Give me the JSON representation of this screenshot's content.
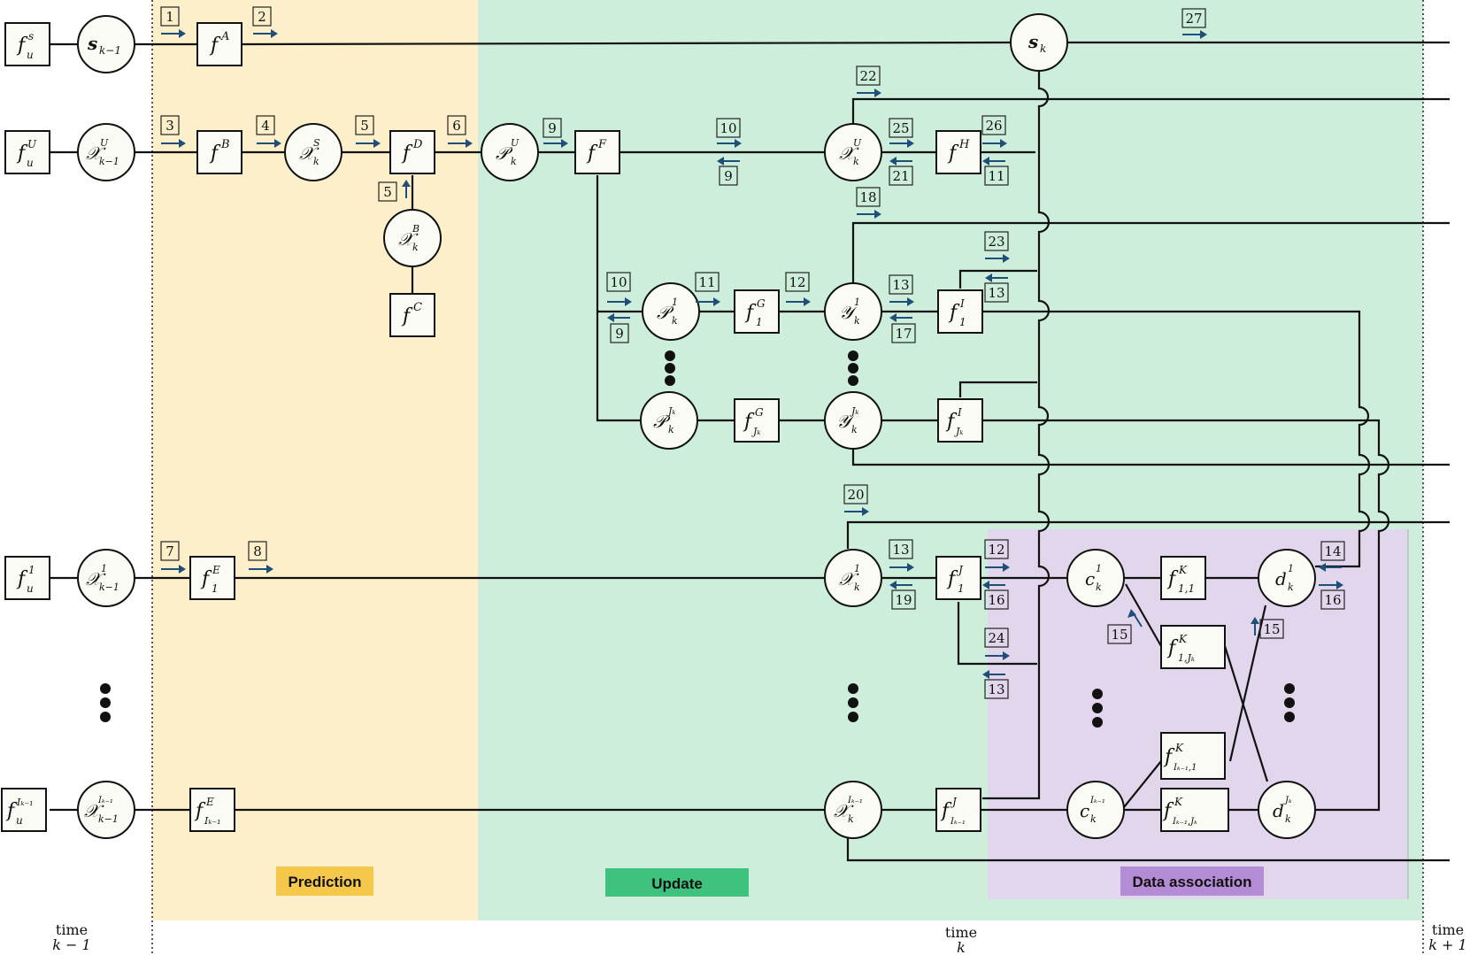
{
  "phases": {
    "prediction": "Prediction",
    "update": "Update",
    "data_association": "Data association"
  },
  "colors": {
    "prediction_bg": "#fdefca",
    "update_bg": "#cdeedb",
    "association_bg": "#e1d6ec",
    "prediction_tag": "#f5c84b",
    "update_tag": "#3ec27d",
    "association_tag": "#b48cd6",
    "arrow": "#1f4e79"
  },
  "time_labels": {
    "prev": {
      "word": "time",
      "sub": "k − 1"
    },
    "curr": {
      "word": "time",
      "sub": "k"
    },
    "next": {
      "word": "time",
      "sub": "k + 1"
    }
  },
  "factor_labels": {
    "fus": "f",
    "fus_sup": "s",
    "fus_sub": "u",
    "fuU": "f",
    "fuU_sup": "U",
    "fuU_sub": "u",
    "fu1": "f",
    "fu1_sup": "1",
    "fu1_sub": "u",
    "fuI": "f",
    "fuI_sup": "Iₖ₋₁",
    "fuI_sub": "u",
    "fA": "f",
    "fA_sup": "A",
    "fB": "f",
    "fB_sup": "B",
    "fC": "f",
    "fC_sup": "C",
    "fD": "f",
    "fD_sup": "D",
    "fE1": "f",
    "fE1_sup": "E",
    "fE1_sub": "1",
    "fEI": "f",
    "fEI_sup": "E",
    "fEI_sub": "Iₖ₋₁",
    "fF": "f",
    "fF_sup": "F",
    "fG1": "f",
    "fG1_sup": "G",
    "fG1_sub": "1",
    "fGJ": "f",
    "fGJ_sup": "G",
    "fGJ_sub": "Jₖ",
    "fH": "f",
    "fH_sup": "H",
    "fI1": "f",
    "fI1_sup": "I",
    "fI1_sub": "1",
    "fIJ": "f",
    "fIJ_sup": "I",
    "fIJ_sub": "Jₖ",
    "fJ1": "f",
    "fJ1_sup": "J",
    "fJ1_sub": "1",
    "fJI": "f",
    "fJI_sup": "J",
    "fJI_sub": "Iₖ₋₁",
    "fK11": "f",
    "fK11_sup": "K",
    "fK11_sub": "1,1",
    "fK1J": "f",
    "fK1J_sup": "K",
    "fK1J_sub": "1,Jₖ",
    "fKI1": "f",
    "fKI1_sup": "K",
    "fKI1_sub": "Iₖ₋₁,1",
    "fKIJ": "f",
    "fKIJ_sup": "K",
    "fKIJ_sub": "Iₖ₋₁,Jₖ"
  },
  "variable_labels": {
    "s_prev": "s",
    "s_prev_sub": "k−1",
    "XU_prev": "𝒳",
    "XU_prev_sup": "U",
    "XU_prev_sub": "k−1",
    "XS": "𝒳",
    "XS_sup": "S",
    "XS_sub": "k",
    "XB": "𝒳",
    "XB_sup": "B",
    "XB_sub": "k",
    "PU": "𝒫",
    "PU_sup": "U",
    "PU_sub": "k",
    "XU": "𝒳",
    "XU_sup": "U",
    "XU_sub": "k",
    "s_k": "s",
    "s_k_sub": "k",
    "P1": "𝒫",
    "P1_sup": "1",
    "P1_sub": "k",
    "PJ": "𝒫",
    "PJ_sup": "Jₖ",
    "PJ_sub": "k",
    "Y1": "𝒴",
    "Y1_sup": "1",
    "Y1_sub": "k",
    "YJ": "𝒴",
    "YJ_sup": "Jₖ",
    "YJ_sub": "k",
    "X1_prev": "𝒳",
    "X1_prev_sup": "1",
    "X1_prev_sub": "k−1",
    "XI_prev": "𝒳",
    "XI_prev_sup": "Iₖ₋₁",
    "XI_prev_sub": "k−1",
    "X1": "𝒳",
    "X1_sup": "1",
    "X1_sub": "k",
    "XI": "𝒳",
    "XI_sup": "Iₖ₋₁",
    "XI_sub": "k",
    "c1": "c",
    "c1_sup": "1",
    "c1_sub": "k",
    "cI": "c",
    "cI_sup": "Iₖ₋₁",
    "cI_sub": "k",
    "d1": "d",
    "d1_sup": "1",
    "d1_sub": "k",
    "dJ": "d",
    "dJ_sup": "Jₖ",
    "dJ_sub": "k"
  },
  "message_numbers": {
    "m1": "1",
    "m2": "2",
    "m3": "3",
    "m4": "4",
    "m5a": "5",
    "m5b": "5",
    "m6": "6",
    "m7": "7",
    "m8": "8",
    "m9a": "9",
    "m9b": "9",
    "m9c": "9",
    "m10a": "10",
    "m10b": "10",
    "m11a": "11",
    "m11b": "11",
    "m12a": "12",
    "m12b": "12",
    "m13a": "13",
    "m13b": "13",
    "m13c": "13",
    "m13d": "13",
    "m14": "14",
    "m15a": "15",
    "m15b": "15",
    "m16a": "16",
    "m16b": "16",
    "m17": "17",
    "m18": "18",
    "m19": "19",
    "m20": "20",
    "m21": "21",
    "m22": "22",
    "m23": "23",
    "m24": "24",
    "m25": "25",
    "m26": "26",
    "m27": "27"
  }
}
